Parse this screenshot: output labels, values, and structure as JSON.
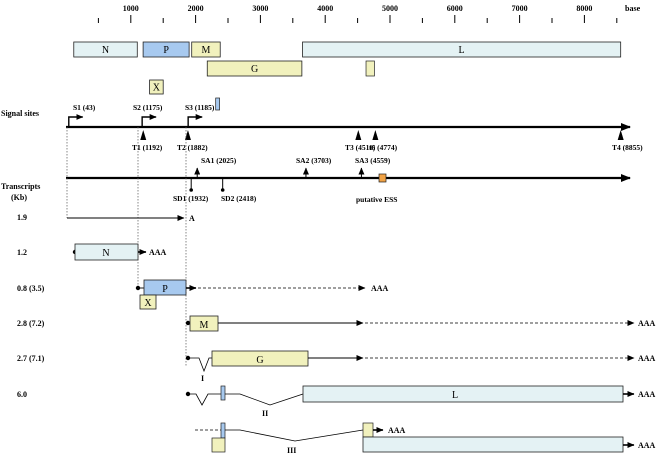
{
  "colors": {
    "light_blue": "#e4f2f4",
    "blue": "#a7c9ef",
    "yellow": "#f1f1bd",
    "orange": "#f0a245",
    "stroke": "#222222",
    "line": "#000000"
  },
  "scale": {
    "ticks": [
      {
        "value": 1000,
        "label": "1000"
      },
      {
        "value": 2000,
        "label": "2000"
      },
      {
        "value": 3000,
        "label": "3000"
      },
      {
        "value": 4000,
        "label": "4000"
      },
      {
        "value": 5000,
        "label": "5000"
      },
      {
        "value": 6000,
        "label": "6000"
      },
      {
        "value": 7000,
        "label": "7000"
      },
      {
        "value": 8000,
        "label": "8000"
      }
    ],
    "unit_label": "base"
  },
  "genome_map": {
    "genes": [
      {
        "id": "n",
        "label": "N",
        "start": 120,
        "end": 1100,
        "color": "light_blue",
        "row": 0
      },
      {
        "id": "p",
        "label": "P",
        "start": 1190,
        "end": 1900,
        "color": "blue",
        "row": 0
      },
      {
        "id": "m",
        "label": "M",
        "start": 1940,
        "end": 2380,
        "color": "yellow",
        "row": 0
      },
      {
        "id": "l",
        "label": "L",
        "start": 3650,
        "end": 8560,
        "color": "light_blue",
        "row": 0
      },
      {
        "id": "g",
        "label": "G",
        "start": 2180,
        "end": 3640,
        "color": "yellow",
        "row": 1
      },
      {
        "id": "x",
        "label": "X",
        "start": 1290,
        "end": 1500,
        "color": "yellow",
        "row": 2
      }
    ],
    "small_rects": [
      {
        "id": "g-extra",
        "start": 4630,
        "end": 4760,
        "color": "yellow",
        "row": 1
      },
      {
        "id": "blue-mark",
        "start": 2310,
        "end": 2370,
        "color": "blue",
        "row": 3
      }
    ]
  },
  "signal_sites": {
    "title": "Signal sites",
    "promoters": [
      {
        "label": "S1 (43)",
        "pos": 43
      },
      {
        "label": "S2 (1175)",
        "pos": 1175
      },
      {
        "label": "S3 (1185)",
        "pos": 1885
      }
    ],
    "terminators": [
      {
        "label": "T1 (1192)",
        "pos": 1192
      },
      {
        "label": "T2 (1882)",
        "pos": 1882
      },
      {
        "label": "T3 (4511)",
        "pos": 4511
      },
      {
        "label": "t6 (4774)",
        "pos": 4774
      },
      {
        "label": "T4 (8855)",
        "pos": 8560
      }
    ]
  },
  "splice_sites": {
    "donors": [
      {
        "label": "SD1 (1932)",
        "pos": 1932
      },
      {
        "label": "SD2 (2418)",
        "pos": 2418
      }
    ],
    "acceptors": [
      {
        "label": "SA1 (2025)",
        "pos": 2025
      },
      {
        "label": "SA2 (3703)",
        "pos": 3703
      },
      {
        "label": "SA3 (4559)",
        "pos": 4559
      }
    ],
    "ess": {
      "label": "putative ESS",
      "pos": 4900
    }
  },
  "transcripts": {
    "title_line1": "Transcripts",
    "title_line2": "(Kb)",
    "rows": [
      {
        "size": "1.9",
        "end_label": "A"
      },
      {
        "size": "1.2",
        "end_label": "AAA"
      },
      {
        "size": "0.8 (3.5)",
        "end_label": "AAA"
      },
      {
        "size": "2.8 (7.2)",
        "end_label": "AAA"
      },
      {
        "size": "2.7 (7.1)",
        "end_label": "AAA"
      },
      {
        "size": "6.0",
        "end_label": "AAA"
      },
      {
        "size": "",
        "end_label": "AAA",
        "end_label_2": "AAA"
      }
    ],
    "exon_labels": {
      "n": "N",
      "p": "P",
      "x": "X",
      "m": "M",
      "g": "G",
      "l": "L"
    },
    "intron_labels": {
      "i": "I",
      "ii": "II",
      "iii": "III"
    }
  }
}
